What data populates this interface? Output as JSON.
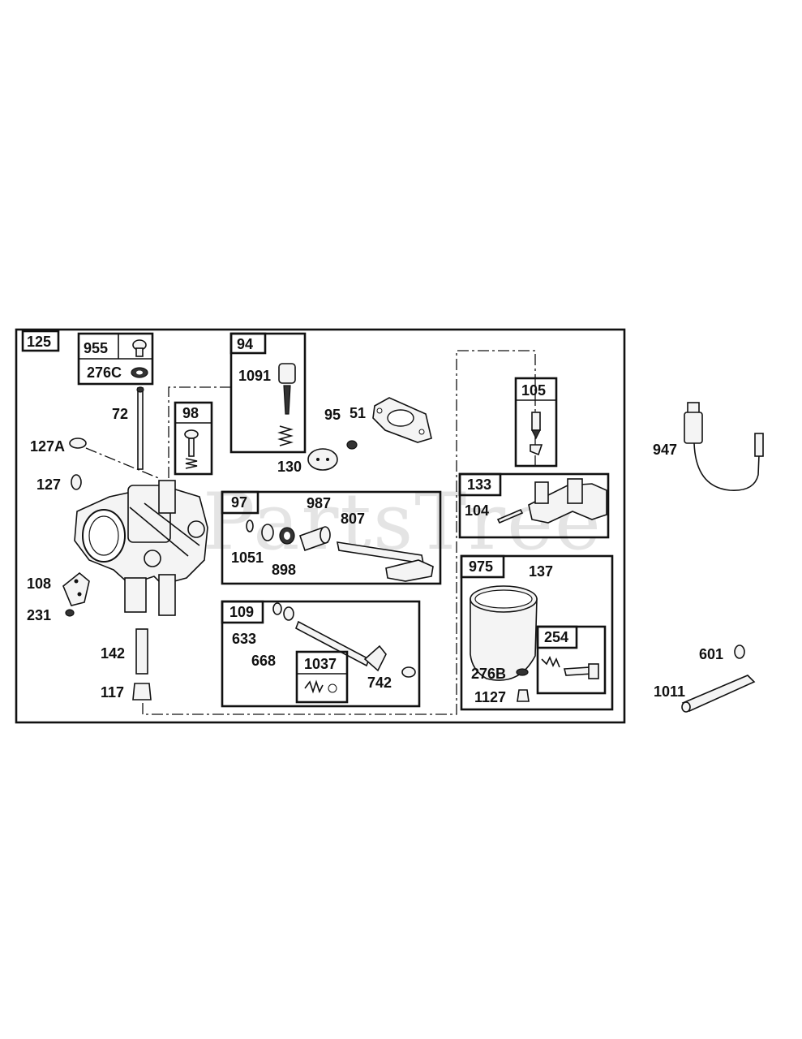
{
  "watermark": "PartsTree",
  "boxes": {
    "b125": "125",
    "b955": "955",
    "b276c": "276C",
    "b94": "94",
    "b98": "98",
    "b97": "97",
    "b109": "109",
    "b1037": "1037",
    "b105": "105",
    "b133": "133",
    "b975": "975",
    "b254": "254"
  },
  "labels": {
    "l72": "72",
    "l127a": "127A",
    "l127": "127",
    "l108": "108",
    "l231": "231",
    "l142": "142",
    "l117": "117",
    "l1091": "1091",
    "l51": "51",
    "l95": "95",
    "l130": "130",
    "l987": "987",
    "l807": "807",
    "l1051": "1051",
    "l898": "898",
    "l633": "633",
    "l668": "668",
    "l742": "742",
    "l104": "104",
    "l137": "137",
    "l276b": "276B",
    "l1127": "1127",
    "l947": "947",
    "l601": "601",
    "l1011": "1011"
  }
}
